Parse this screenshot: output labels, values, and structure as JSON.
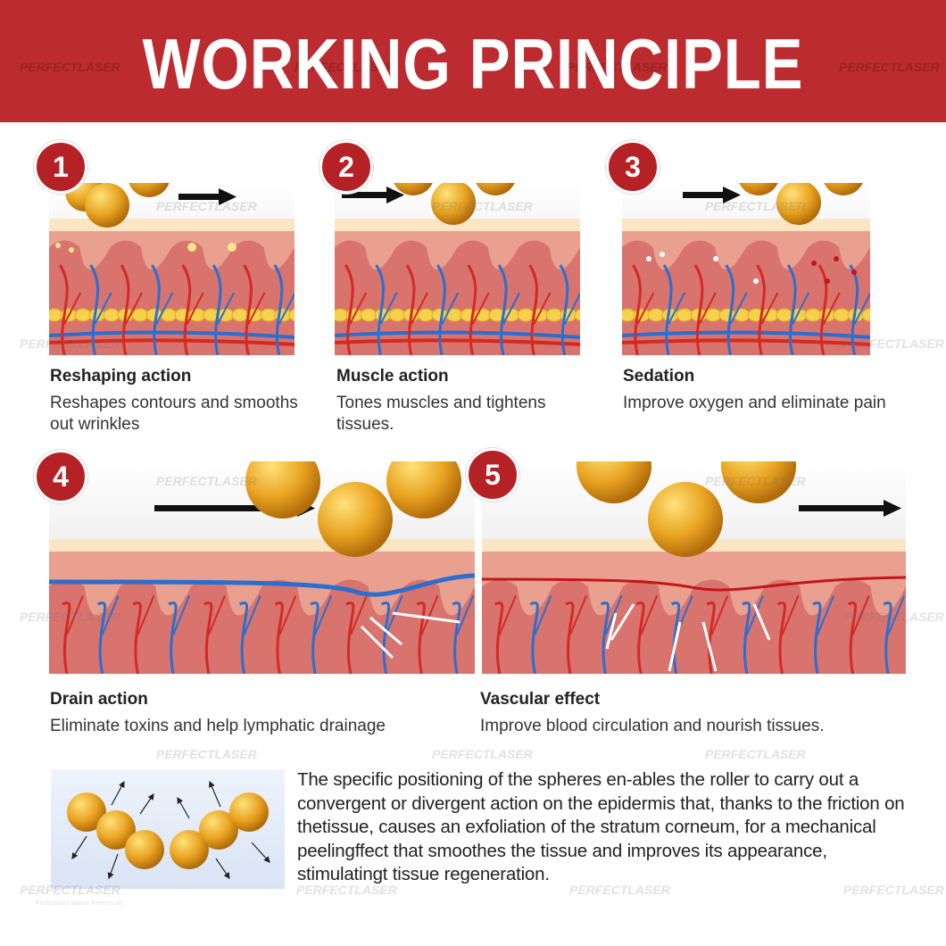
{
  "header": {
    "title": "WORKING PRINCIPLE"
  },
  "watermark": {
    "brand": "PERFECTLASER",
    "tagline": "Perfectlaser Makes Perfect Life"
  },
  "steps": [
    {
      "number": "1",
      "title": "Reshaping action",
      "description": "Reshapes contours and smooths out wrinkles"
    },
    {
      "number": "2",
      "title": "Muscle action",
      "description": "Tones muscles and tightens tissues."
    },
    {
      "number": "3",
      "title": "Sedation",
      "description": "Improve oxygen and eliminate pain"
    },
    {
      "number": "4",
      "title": "Drain action",
      "description": "Eliminate toxins and help lymphatic drainage"
    },
    {
      "number": "5",
      "title": "Vascular effect",
      "description": "Improve blood circulation and nourish tissues."
    }
  ],
  "description": "The specific positioning of the spheres en-ables the roller to carry out a convergent or divergent action on the epidermis that, thanks to the friction on thetissue, causes an exfoliation of the stratum corneum, for a mechanical peelingffect that smoothes the tissue and improves its appearance, stimulatingt tissue regeneration.",
  "colors": {
    "brand_red": "#bc2b2f",
    "sphere": "#e8a321",
    "vein_blue": "#2a6fd0",
    "artery_red": "#d42a23"
  }
}
